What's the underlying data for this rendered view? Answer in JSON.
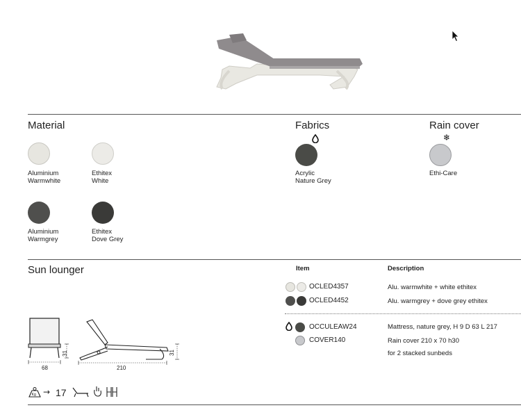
{
  "colors": {
    "warmwhite": "#e7e6e0",
    "ethitex_white": "#ecebe7",
    "warmgrey": "#4f4f4d",
    "dove_grey": "#3a3a38",
    "nature_grey": "#4a4b47",
    "ethi_care": "#c8c9cc",
    "frame": "#eeeee9",
    "mat": "#8d8a8c"
  },
  "material": {
    "title": "Material",
    "swatches": [
      {
        "line1": "Aluminium",
        "line2": "Warmwhite"
      },
      {
        "line1": "Ethitex",
        "line2": "White"
      },
      {
        "line1": "Aluminium",
        "line2": "Warmgrey"
      },
      {
        "line1": "Ethitex",
        "line2": "Dove Grey"
      }
    ]
  },
  "fabrics": {
    "title": "Fabrics",
    "icon": "water-drop-icon",
    "swatch": {
      "line1": "Acrylic",
      "line2": "Nature Grey"
    }
  },
  "rain_cover": {
    "title": "Rain cover",
    "icon": "snowflake-icon",
    "swatch": {
      "line1": "Ethi-Care"
    }
  },
  "product": {
    "title": "Sun lounger",
    "dims": {
      "width": "68",
      "length": "210",
      "height": "31",
      "height2": "31"
    },
    "stack_count": "17",
    "footer_icons": [
      "weight-kg-icon",
      "arrow-right-icon",
      "lounger-icon",
      "hand-adjust-icon",
      "stackable-icon"
    ]
  },
  "table": {
    "col_item": "Item",
    "col_description": "Description",
    "rows": [
      {
        "code": "OCLED4357",
        "desc": "Alu. warmwhite + white ethitex"
      },
      {
        "code": "OCLED4452",
        "desc": "Alu. warmgrey + dove grey ethitex"
      },
      {
        "code": "OCCULEAW24",
        "desc": "Mattress, nature grey, H 9 D 63 L 217"
      },
      {
        "code": "COVER140",
        "desc": "Rain cover 210 x 70 h30"
      },
      {
        "code": "",
        "desc": "for 2 stacked sunbeds"
      }
    ]
  }
}
